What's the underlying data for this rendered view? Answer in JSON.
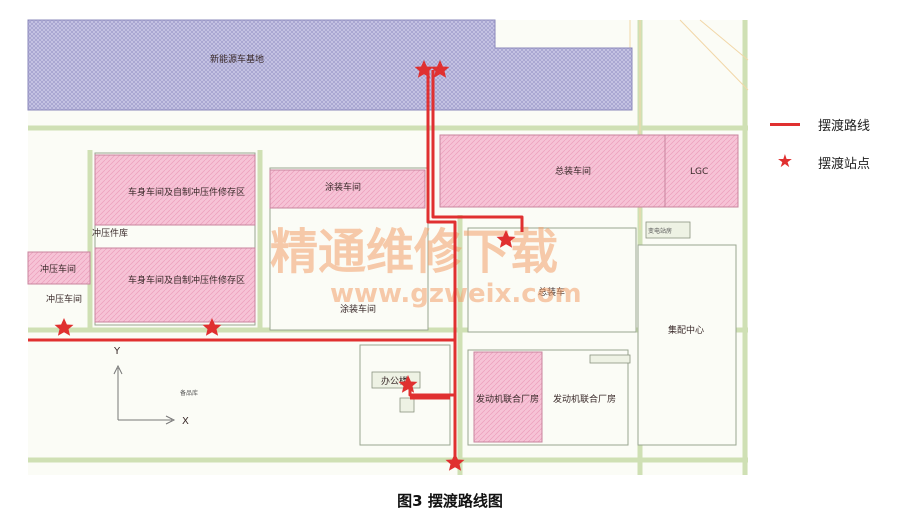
{
  "buildings": {
    "new_energy_base": "新能源车基地",
    "body_shop_top": "车身车间及自制冲压件修存区",
    "paint_shop_top": "涂装车间",
    "assembly_shop": "总装车间",
    "lgc": "LGC",
    "stamping_store": "冲压件库",
    "stamping_shop_left": "冲压车间",
    "stamping_shop_lower": "冲压车间",
    "body_shop_bottom": "车身车间及自制冲压件修存区",
    "paint_shop_bottom": "涂装车间",
    "center_building": "总装车",
    "delivery_center": "集配中心",
    "office_building": "办公楼",
    "engine_plant_1": "发动机联合厂房",
    "engine_plant_2": "发动机联合厂房",
    "parking": "备品库",
    "small_label": "变电站房"
  },
  "axes": {
    "y": "Y",
    "x": "X"
  },
  "watermark": {
    "cn": "精通维修下载",
    "url": "www.gzweix.com"
  },
  "legend": {
    "route": "摆渡路线",
    "station": "摆渡站点"
  },
  "caption": "图3  摆渡路线图",
  "colors": {
    "route": "#e03030",
    "building": "#f4b8d0",
    "base": "#b3b0d6",
    "road": "#d8e4c0"
  }
}
